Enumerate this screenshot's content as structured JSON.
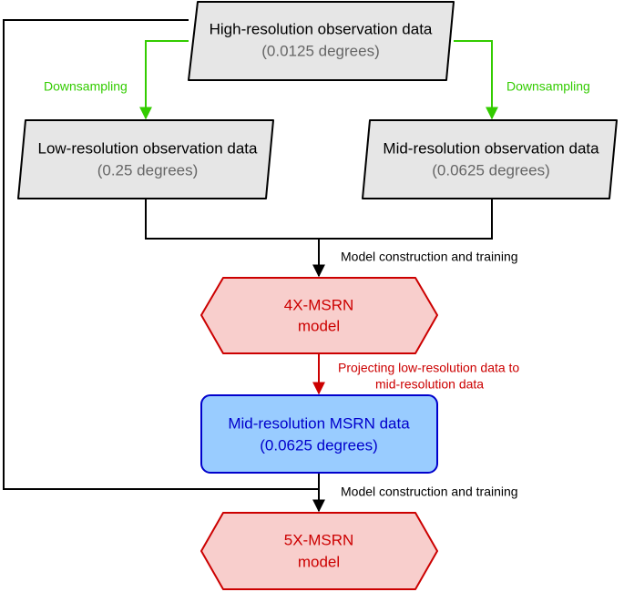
{
  "nodes": {
    "high_res": {
      "line1": "High-resolution observation data",
      "line2": "(0.0125 degrees)"
    },
    "low_res": {
      "line1": "Low-resolution observation data",
      "line2": "(0.25 degrees)"
    },
    "mid_res": {
      "line1": "Mid-resolution observation data",
      "line2": "(0.0625 degrees)"
    },
    "model_4x": {
      "line1": "4X-MSRN",
      "line2": "model"
    },
    "msrn_data": {
      "line1": "Mid-resolution MSRN data",
      "line2": "(0.0625 degrees)"
    },
    "model_5x": {
      "line1": "5X-MSRN",
      "line2": "model"
    }
  },
  "edges": {
    "downsampling_left": "Downsampling",
    "downsampling_right": "Downsampling",
    "training_1": "Model construction and training",
    "projecting_line1": "Projecting low-resolution data to",
    "projecting_line2": "mid-resolution data",
    "training_2": "Model construction and training"
  },
  "colors": {
    "data_fill": "#e6e6e6",
    "data_stroke": "#000000",
    "data_text": "#000000",
    "degree_text": "#666666",
    "model_fill": "#f8cecc",
    "model_stroke": "#cc0000",
    "model_text": "#cc0000",
    "msrn_fill": "#99ccff",
    "msrn_stroke": "#0000cc",
    "msrn_text": "#0000cc",
    "green": "#33cc00",
    "red": "#cc0000",
    "black": "#000000"
  }
}
